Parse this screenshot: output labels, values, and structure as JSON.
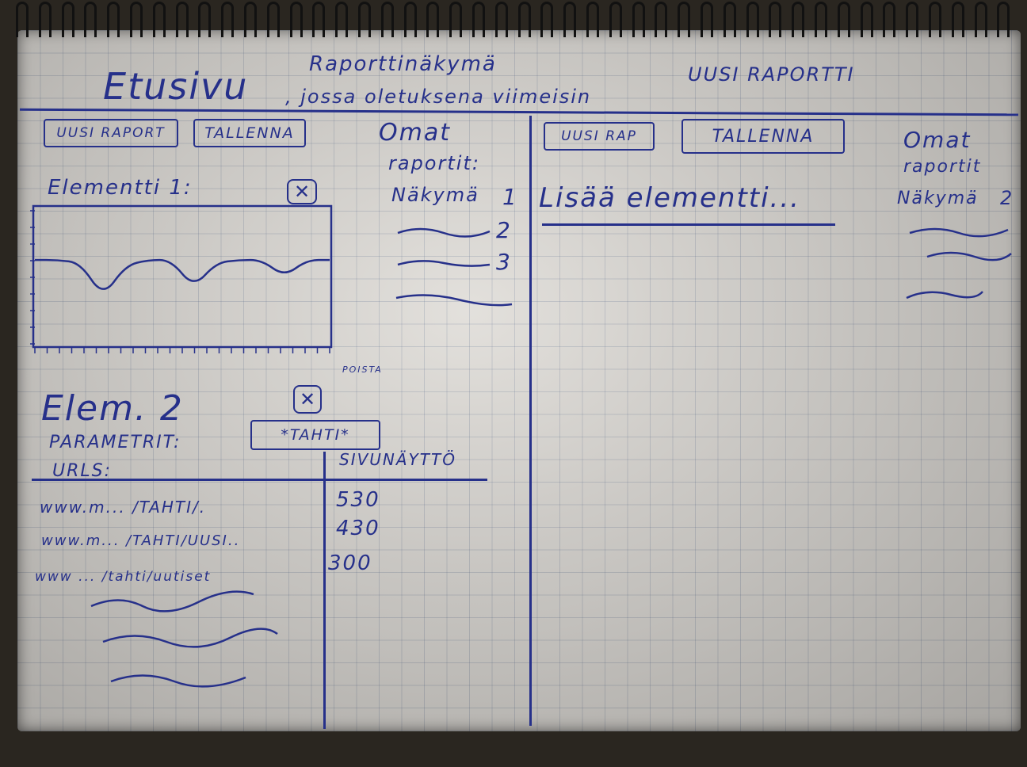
{
  "titles": {
    "left_page": "Etusivu",
    "caption_top": "Raporttinäkymä",
    "caption_bottom": ", jossa oletuksena viimeisin",
    "right_page": "UUSI RAPORTTI"
  },
  "left_view": {
    "new_report_button": "UUSI RAPORT",
    "save_button": "TALLENNA",
    "element1_label": "Elementti 1:",
    "element2_label": "Elem. 2",
    "delete_hint": "POISTA",
    "parameters_label": "PARAMETRIT:",
    "parameter_value": "*TAHTI*",
    "table": {
      "headers": [
        "URLS:",
        "SIVUNÄYTTÖ"
      ],
      "rows": [
        {
          "url": "www.m... /TAHTI/.",
          "views": "530"
        },
        {
          "url": "www.m... /TAHTI/UUSI..",
          "views": "430"
        },
        {
          "url": "www ... /tahti/uutiset",
          "views": "300"
        }
      ]
    }
  },
  "left_sidebar": {
    "title_line1": "Omat",
    "title_line2": "raportit:",
    "items": [
      {
        "label": "Näkymä",
        "number": "1"
      },
      {
        "label": "",
        "number": "2"
      },
      {
        "label": "",
        "number": "3"
      }
    ]
  },
  "right_view": {
    "new_report_button": "UUSI RAP",
    "save_button": "TALLENNA",
    "add_element_link": "Lisää elementti..."
  },
  "right_sidebar": {
    "title_line1": "Omat",
    "title_line2": "raportit",
    "items": [
      {
        "label": "Näkymä",
        "number": "2"
      }
    ]
  },
  "chart_data": {
    "type": "line",
    "title": "",
    "series": [
      {
        "values": [
          0.62,
          0.62,
          0.6,
          0.35,
          0.58,
          0.62,
          0.62,
          0.42,
          0.6,
          0.62,
          0.62,
          0.5,
          0.62,
          0.62
        ]
      }
    ],
    "ylim": [
      0,
      1
    ]
  },
  "colors": {
    "ink": "#26308a",
    "paper": "#dedbd6"
  }
}
